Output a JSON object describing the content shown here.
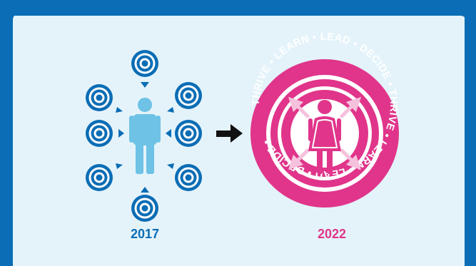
{
  "years": {
    "before": "2017",
    "after": "2022"
  },
  "ring_words": [
    "THRIVE",
    "LEARN",
    "LEAD",
    "DECIDE",
    "THRIVE",
    "LEARN",
    "LEAD",
    "DECIDE"
  ],
  "colors": {
    "frame": "#0a6db5",
    "panel": "#e4f3fa",
    "blue": "#0a6db5",
    "light_blue": "#6dc2e6",
    "pink": "#e0358a",
    "light_pink": "#f6c1dc",
    "arrow": "#111111"
  },
  "icons": {
    "person": "male-figure-icon",
    "woman": "female-figure-icon",
    "targets": "target-icon",
    "transition": "arrow-right-icon"
  }
}
